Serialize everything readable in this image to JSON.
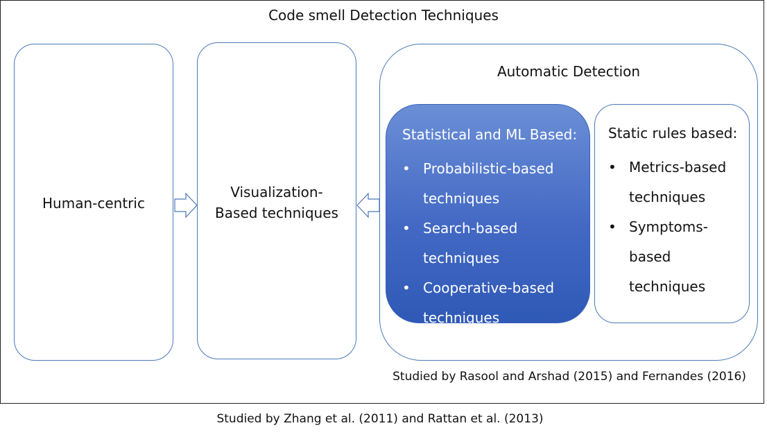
{
  "title": "Code smell Detection Techniques",
  "human_centric": {
    "label": "Human-centric"
  },
  "visualization": {
    "label": "Visualization-Based techniques"
  },
  "automatic": {
    "label": "Automatic Detection",
    "statistical": {
      "heading": "Statistical and ML Based:",
      "items": [
        "Probabilistic-based techniques",
        "Search-based techniques",
        "Cooperative-based techniques"
      ]
    },
    "static_rules": {
      "heading": "Static rules based:",
      "items": [
        "Metrics-based techniques",
        "Symptoms-based techniques"
      ]
    }
  },
  "captions": {
    "automatic_studies": "Studied by Rasool and Arshad (2015) and Fernandes (2016)",
    "overall_studies": "Studied by Zhang et al. (2011) and Rattan et al. (2013)"
  },
  "colors": {
    "border": "#4a78b8",
    "statistical_fill": "#4369c4",
    "frame": "#222222"
  },
  "icons": [
    "arrow-right-icon",
    "arrow-left-icon"
  ]
}
